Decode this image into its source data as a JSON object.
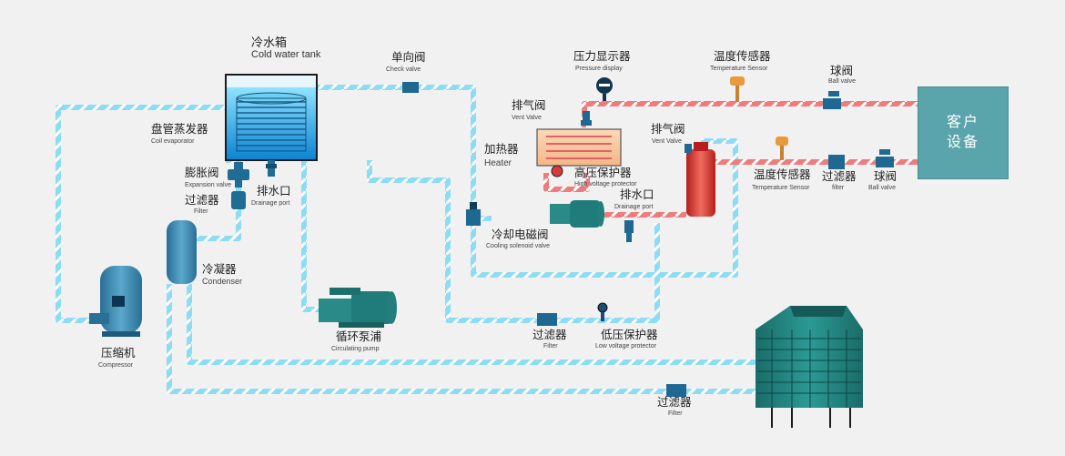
{
  "colors": {
    "cold_pipe": "#4fc8ea",
    "hot_pipe": "#e35a5a",
    "equipment": "#2f86a8",
    "tower": "#1e7f7c",
    "client": "#5aa5ab"
  },
  "labels": {
    "cold_tank": {
      "zh": "冷水箱",
      "en": "Cold water tank"
    },
    "coil_evaporator": {
      "zh": "盘管蒸发器",
      "en": "Coil evaporator"
    },
    "expansion_valve": {
      "zh": "膨胀阀",
      "en": "Expansion valve"
    },
    "filter_left": {
      "zh": "过滤器",
      "en": "Filter"
    },
    "drain_tank": {
      "zh": "排水口",
      "en": "Drainage port"
    },
    "condenser": {
      "zh": "冷凝器",
      "en": "Condenser"
    },
    "compressor": {
      "zh": "压缩机",
      "en": "Compressor"
    },
    "check_valve": {
      "zh": "单向阀",
      "en": "Check valve"
    },
    "pump": {
      "zh": "循环泵浦",
      "en": "Circulating pump"
    },
    "heater": {
      "zh": "加热器",
      "en": "Heater"
    },
    "vent_valve_1": {
      "zh": "排气阀",
      "en": "Vent Valve"
    },
    "pressure_display": {
      "zh": "压力显示器",
      "en": "Pressure display"
    },
    "high_pressure": {
      "zh": "高压保护器",
      "en": "High voltage protector"
    },
    "drain_pump": {
      "zh": "排水口",
      "en": "Drainage port"
    },
    "cooling_solenoid": {
      "zh": "冷却电磁阀",
      "en": "Cooling solenoid valve"
    },
    "temp_sensor_top": {
      "zh": "温度传感器",
      "en": "Temperature Sensor"
    },
    "ball_valve_top": {
      "zh": "球阀",
      "en": "Ball valve"
    },
    "vent_valve_2": {
      "zh": "排气阀",
      "en": "Vent Valve"
    },
    "temp_sensor_mid": {
      "zh": "温度传感器",
      "en": "Temperature Sensor"
    },
    "filter_mid": {
      "zh": "过滤器",
      "en": "filter"
    },
    "ball_valve_mid": {
      "zh": "球阀",
      "en": "Ball valve"
    },
    "filter_bottom": {
      "zh": "过滤器",
      "en": "Filter"
    },
    "low_pressure": {
      "zh": "低压保护器",
      "en": "Low voltage protector"
    },
    "filter_lowest": {
      "zh": "过滤器",
      "en": "Filter"
    },
    "client_line1": "客户",
    "client_line2": "设备"
  }
}
